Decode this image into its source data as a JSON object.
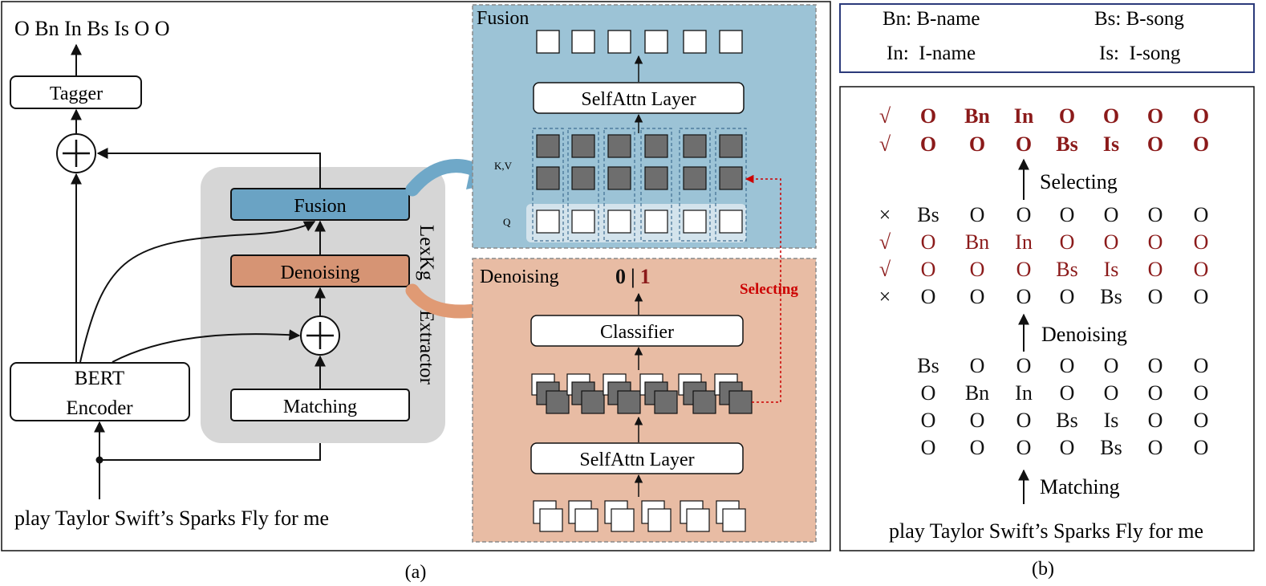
{
  "panel_a": {
    "caption": "(a)",
    "output_tags": "O Bn In Bs Is O O",
    "tagger_label": "Tagger",
    "bert_label_line1": "BERT",
    "bert_label_line2": "Encoder",
    "input_sentence": "play Taylor Swift’s Sparks Fly for me",
    "lexkg": {
      "title_line1": "LexKg",
      "title_line2": "Extractor",
      "fusion_label": "Fusion",
      "denoising_label": "Denoising",
      "matching_label": "Matching"
    },
    "fusion_detail": {
      "title": "Fusion",
      "selfattn_label": "SelfAttn Layer",
      "kv_label": "K,V",
      "q_label": "Q"
    },
    "denoising_detail": {
      "title": "Denoising",
      "classifier_output_zero": "0",
      "classifier_output_sep": "|",
      "classifier_output_one": "1",
      "classifier_label": "Classifier",
      "selfattn_label": "SelfAttn Layer",
      "selecting_label": "Selecting"
    }
  },
  "legend": [
    {
      "abbr_def": "Bn: B-name"
    },
    {
      "abbr_def": "Bs: B-song"
    },
    {
      "abbr_def": "In:  I-name"
    },
    {
      "abbr_def": "Is:  I-song"
    }
  ],
  "panel_b": {
    "caption": "(b)",
    "selected_rows": [
      {
        "mark": "√",
        "tags": [
          "O",
          "Bn",
          "In",
          "O",
          "O",
          "O",
          "O"
        ]
      },
      {
        "mark": "√",
        "tags": [
          "O",
          "O",
          "O",
          "Bs",
          "Is",
          "O",
          "O"
        ]
      }
    ],
    "selecting_label": "Selecting",
    "denoised_rows": [
      {
        "mark": "×",
        "tags": [
          "Bs",
          "O",
          "O",
          "O",
          "O",
          "O",
          "O"
        ],
        "kept": false
      },
      {
        "mark": "√",
        "tags": [
          "O",
          "Bn",
          "In",
          "O",
          "O",
          "O",
          "O"
        ],
        "kept": true
      },
      {
        "mark": "√",
        "tags": [
          "O",
          "O",
          "O",
          "Bs",
          "Is",
          "O",
          "O"
        ],
        "kept": true
      },
      {
        "mark": "×",
        "tags": [
          "O",
          "O",
          "O",
          "O",
          "Bs",
          "O",
          "O"
        ],
        "kept": false
      }
    ],
    "denoising_label": "Denoising",
    "matched_rows": [
      {
        "tags": [
          "Bs",
          "O",
          "O",
          "O",
          "O",
          "O",
          "O"
        ]
      },
      {
        "tags": [
          "O",
          "Bn",
          "In",
          "O",
          "O",
          "O",
          "O"
        ]
      },
      {
        "tags": [
          "O",
          "O",
          "O",
          "Bs",
          "Is",
          "O",
          "O"
        ]
      },
      {
        "tags": [
          "O",
          "O",
          "O",
          "O",
          "Bs",
          "O",
          "O"
        ]
      }
    ],
    "matching_label": "Matching",
    "input_sentence": "play Taylor Swift’s Sparks Fly for me"
  },
  "colors": {
    "fusion_bg": "#9cc3d6",
    "fusion_box": "#6aa3c4",
    "denoising_bg": "#e8bca4",
    "denoising_box": "#d69474",
    "lexkg_bg": "#d6d6d6",
    "selected_red": "#8b1a1a",
    "selecting_red": "#cc0000",
    "legend_border": "#2b3a7a",
    "blue_arrow": "#6fa8c8",
    "orange_arrow": "#e09a74",
    "dark_token": "#6e6e6e"
  }
}
